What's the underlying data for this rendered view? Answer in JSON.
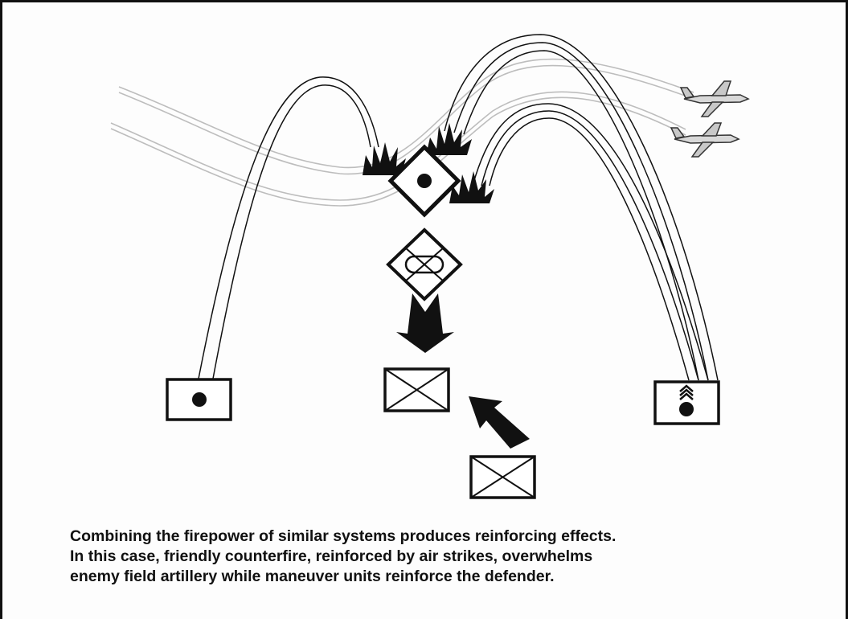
{
  "caption": {
    "lines": [
      "Combining the firepower of similar systems produces reinforcing effects.",
      "In this case, friendly counterfire, reinforced by air strikes, overwhelms",
      "enemy field artillery while maneuver units reinforce the defender."
    ]
  },
  "symbols": {
    "friendly_artillery_left": "friendly-field-artillery-symbol",
    "friendly_artillery_right": "friendly-rocket-artillery-symbol",
    "defender": "friendly-infantry-symbol",
    "reinforcing_unit": "friendly-infantry-symbol",
    "enemy_artillery": "enemy-field-artillery-symbol",
    "enemy_armor": "enemy-armored-infantry-symbol",
    "aircraft": "jet-aircraft-icon"
  },
  "colors": {
    "ink": "#111111",
    "trail": "#bdbdbd",
    "background": "#fdfdfd"
  }
}
